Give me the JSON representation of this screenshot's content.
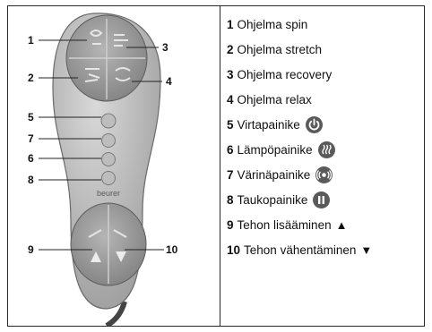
{
  "legend": [
    {
      "num": "1",
      "text": "Ohjelma spin"
    },
    {
      "num": "2",
      "text": "Ohjelma stretch"
    },
    {
      "num": "3",
      "text": "Ohjelma recovery"
    },
    {
      "num": "4",
      "text": "Ohjelma relax"
    },
    {
      "num": "5",
      "text": "Virtapainike",
      "icon": "power-icon"
    },
    {
      "num": "6",
      "text": "Lämpöpainike",
      "icon": "heat-icon"
    },
    {
      "num": "7",
      "text": "Värinäpainike",
      "icon": "vibration-icon"
    },
    {
      "num": "8",
      "text": "Taukopainike",
      "icon": "pause-icon"
    },
    {
      "num": "9",
      "text": "Tehon lisääminen",
      "symbol": "▲"
    },
    {
      "num": "10",
      "text": "Tehon vähentäminen",
      "symbol": "▼"
    }
  ],
  "callouts": [
    "1",
    "2",
    "3",
    "4",
    "5",
    "7",
    "6",
    "8",
    "9",
    "10"
  ],
  "brand": "beurer"
}
